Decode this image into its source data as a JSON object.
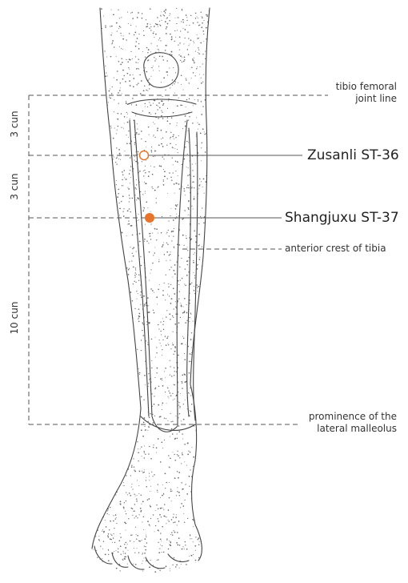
{
  "labels": {
    "joint_line": [
      "tibio femoral",
      "joint line"
    ],
    "zusanli": "Zusanli ST-36",
    "shangjuxu": "Shangjuxu ST-37",
    "anterior_crest": "anterior crest of tibia",
    "malleolus": [
      "prominence of the",
      "lateral malleolus"
    ]
  },
  "measurements": {
    "upper": "3 cun",
    "middle": "3 cun",
    "lower": "10 cun"
  },
  "colors": {
    "acupoint": "#e8742a",
    "lines": "#555555",
    "stipple": "#6a6a6a"
  }
}
